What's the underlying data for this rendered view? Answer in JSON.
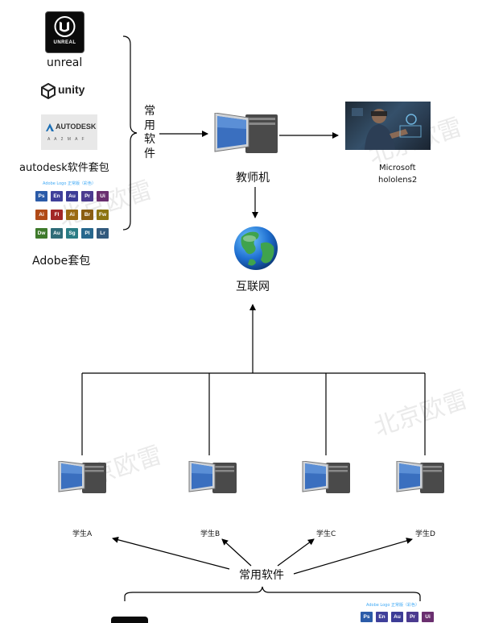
{
  "software": {
    "unreal": {
      "logo_text": "UNREAL",
      "label": "unreal"
    },
    "unity": {
      "logo_text": "unity"
    },
    "autodesk": {
      "logo_text": "AUTODESK",
      "logo_subtext": "A A 2 M A F",
      "label": "autodesk软件套包"
    },
    "adobe": {
      "header": "Adobe Logo 正常版（彩色）",
      "label": "Adobe套包",
      "tiles": [
        {
          "t": "Ps",
          "c": "#2b5ba8"
        },
        {
          "t": "En",
          "c": "#3f3f9a"
        },
        {
          "t": "Au",
          "c": "#3c3c96"
        },
        {
          "t": "Pr",
          "c": "#4b3a8f"
        },
        {
          "t": "Ui",
          "c": "#6a2f6f"
        },
        {
          "t": "",
          "c": "#ffffff"
        },
        {
          "t": "Ai",
          "c": "#b04a17"
        },
        {
          "t": "Fl",
          "c": "#a32727"
        },
        {
          "t": "Ai",
          "c": "#9a6a13"
        },
        {
          "t": "Br",
          "c": "#8a5e12"
        },
        {
          "t": "Fw",
          "c": "#8c7410"
        },
        {
          "t": "",
          "c": "#ffffff"
        },
        {
          "t": "Dw",
          "c": "#3f7a2b"
        },
        {
          "t": "Au",
          "c": "#2f6c78"
        },
        {
          "t": "Sg",
          "c": "#2a7c84"
        },
        {
          "t": "Pl",
          "c": "#27678d"
        },
        {
          "t": "Lr",
          "c": "#335a7d"
        },
        {
          "t": "",
          "c": "#ffffff"
        }
      ]
    },
    "brace_label_chars": [
      "常",
      "用",
      "软",
      "件"
    ]
  },
  "teacher": {
    "label": "教师机"
  },
  "hololens": {
    "label_line1": "Microsoft",
    "label_line2": "hololens2"
  },
  "internet": {
    "label": "互联网"
  },
  "students": [
    {
      "label": "学生A"
    },
    {
      "label": "学生B"
    },
    {
      "label": "学生C"
    },
    {
      "label": "学生D"
    }
  ],
  "bottom": {
    "common_software": "常用软件",
    "adobe_header": "Adobe Logo 正常版（彩色）",
    "tiles": [
      {
        "t": "Ps",
        "c": "#2b5ba8"
      },
      {
        "t": "En",
        "c": "#3f3f9a"
      },
      {
        "t": "Au",
        "c": "#3c3c96"
      },
      {
        "t": "Pr",
        "c": "#4b3a8f"
      },
      {
        "t": "Ui",
        "c": "#6a2f6f"
      }
    ]
  },
  "watermark": "北京欧雷",
  "colors": {
    "line": "#000000",
    "adobe_header": "#3fa9f5",
    "watermark": "#d9d9d9",
    "monitor_screen": "#3a6fbf"
  }
}
